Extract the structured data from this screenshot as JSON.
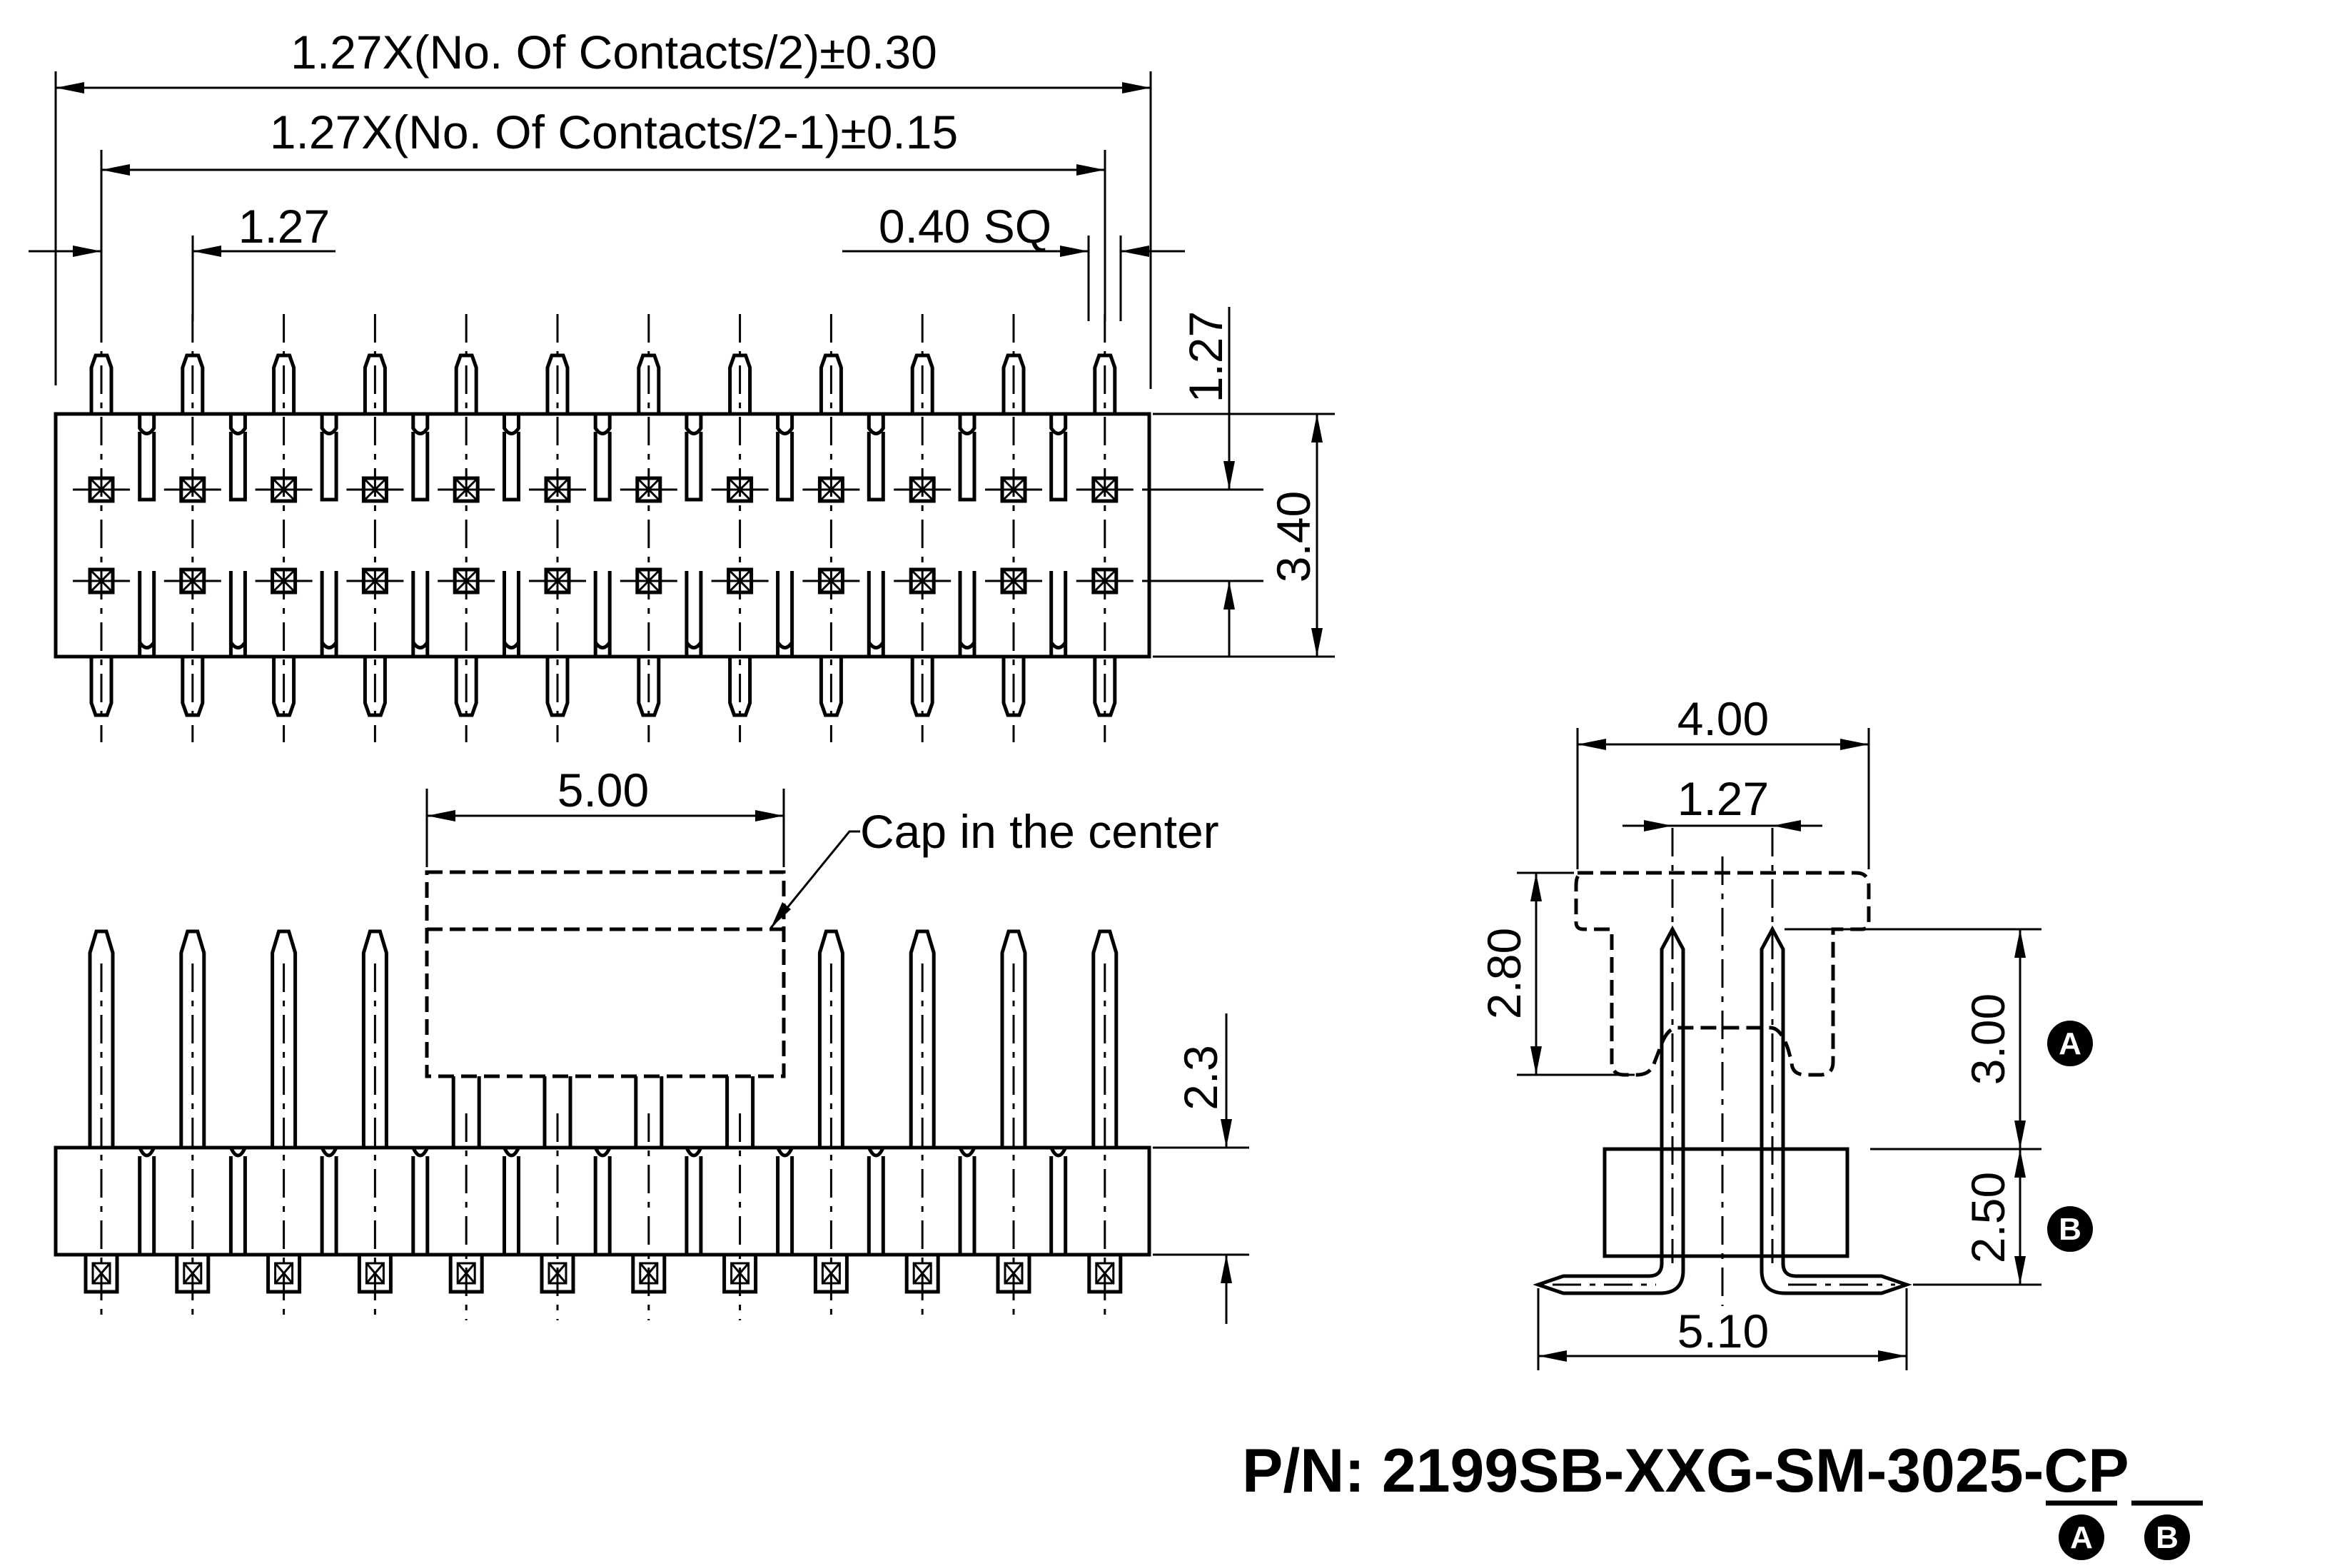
{
  "dimensions": {
    "overall_width": "1.27X(No. Of Contacts/2)±0.30",
    "pitch_span": "1.27X(No. Of Contacts/2-1)±0.15",
    "pitch": "1.27",
    "pin_square": "0.40 SQ",
    "top_offset": "1.27",
    "body_depth": "3.40",
    "cap_width": "5.00",
    "cap_label": "Cap in the center",
    "pin_height": "2.3",
    "side_width": "4.00",
    "side_pitch": "1.27",
    "cap_height": "2.80",
    "dim_a": "3.00",
    "dim_b": "2.50",
    "foot_width": "5.10"
  },
  "markers": {
    "a": "A",
    "b": "B"
  },
  "part_number": {
    "prefix": "P/N: 2199SB-XXG-SM-",
    "code_a": "30",
    "code_b": "25",
    "suffix": "-CP"
  },
  "colors": {
    "ink": "#000000",
    "paper": "#ffffff"
  }
}
